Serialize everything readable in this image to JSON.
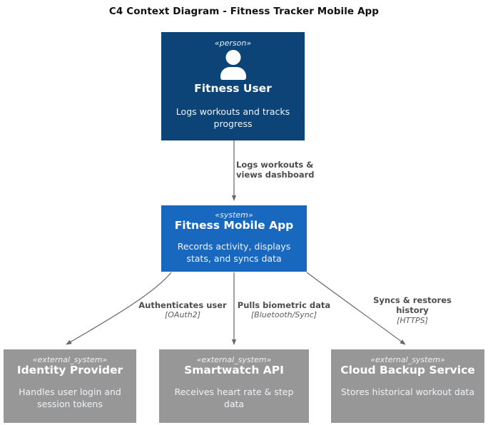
{
  "diagram": {
    "title": "C4 Context Diagram - Fitness Tracker Mobile App",
    "type": "c4-context-diagram",
    "background": "#ffffff"
  },
  "colors": {
    "person_fill": "#0d4477",
    "system_fill": "#1868c0",
    "external_fill": "#979797",
    "edge_stroke": "#666666",
    "title_text": "#111111",
    "label_text": "#4d4d4d",
    "node_text": "#ffffff"
  },
  "nodes": {
    "person": {
      "stereotype": "«person»",
      "name": "Fitness User",
      "description": "Logs workouts and tracks progress",
      "icon": "person-icon"
    },
    "system": {
      "stereotype": "«system»",
      "name": "Fitness Mobile App",
      "description": "Records activity, displays stats, and syncs data"
    },
    "externals": [
      {
        "stereotype": "«external_system»",
        "name": "Identity Provider",
        "description": "Handles user login and session tokens"
      },
      {
        "stereotype": "«external_system»",
        "name": "Smartwatch API",
        "description": "Receives heart rate & step data"
      },
      {
        "stereotype": "«external_system»",
        "name": "Cloud Backup Service",
        "description": "Stores historical workout data"
      }
    ]
  },
  "edges": [
    {
      "from": "person",
      "to": "system",
      "label": "Logs workouts & views dashboard",
      "technology": ""
    },
    {
      "from": "system",
      "to": "identity-provider",
      "label": "Authenticates user",
      "technology": "[OAuth2]"
    },
    {
      "from": "system",
      "to": "smartwatch-api",
      "label": "Pulls biometric data",
      "technology": "[Bluetooth/Sync]"
    },
    {
      "from": "system",
      "to": "cloud-backup-service",
      "label": "Syncs & restores history",
      "technology": "[HTTPS]"
    }
  ]
}
